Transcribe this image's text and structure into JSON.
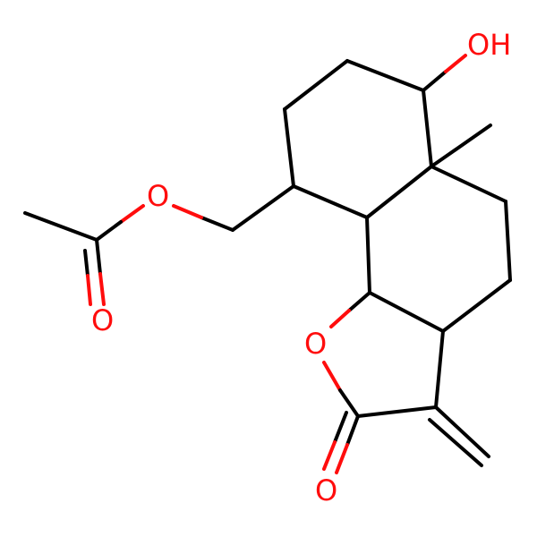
{
  "atoms": {
    "hydroxyl": "OH",
    "ester_oxygen": "O",
    "carbonyl_oxygen_acetate": "O",
    "lactone_ring_oxygen": "O",
    "lactone_carbonyl_oxygen": "O"
  },
  "colors": {
    "bond": "#000000",
    "oxygen": "#ff0d0d",
    "background": "#ffffff"
  }
}
